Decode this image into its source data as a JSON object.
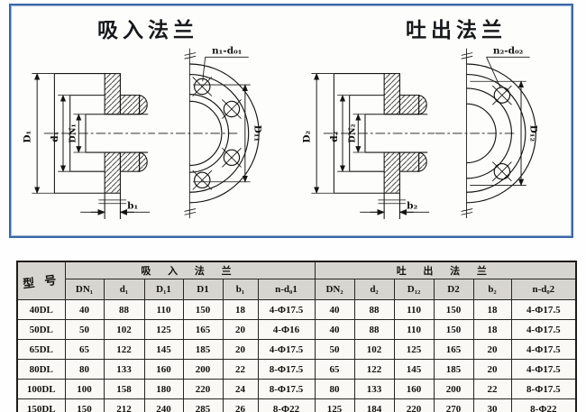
{
  "diagram_panel": {
    "suction": {
      "title": "吸入法兰",
      "dim_outer": "D₁",
      "dim_mid": "d₁",
      "dim_bore": "DN₁",
      "dim_thickness": "b₁",
      "bolt_note": "n₁-d₀₁",
      "bolt_circle_dim": "D₁₁"
    },
    "discharge": {
      "title": "吐出法兰",
      "dim_outer": "D₂",
      "dim_mid": "d₂",
      "dim_bore": "DN₂",
      "dim_thickness": "b₂",
      "bolt_note": "n₂-d₀₂",
      "bolt_circle_dim": "D₁₂"
    }
  },
  "table": {
    "model_header": "型 号",
    "groups": {
      "suction": "吸 入 法 兰",
      "discharge": "吐 出 法 兰"
    },
    "columns": [
      "DN₁",
      "d₁",
      "D₁1",
      "D1",
      "b₁",
      "n-d₀1",
      "DN₂",
      "d₂",
      "D₁₂",
      "D2",
      "b₂",
      "n-d₀2"
    ],
    "rows": [
      {
        "model": "40DL",
        "values": [
          "40",
          "88",
          "110",
          "150",
          "18",
          "4-Φ17.5",
          "40",
          "88",
          "110",
          "150",
          "18",
          "4-Φ17.5"
        ]
      },
      {
        "model": "50DL",
        "values": [
          "50",
          "102",
          "125",
          "165",
          "20",
          "4-Φ16",
          "40",
          "88",
          "110",
          "150",
          "18",
          "4-Φ17.5"
        ]
      },
      {
        "model": "65DL",
        "values": [
          "65",
          "122",
          "145",
          "185",
          "20",
          "4-Φ17.5",
          "50",
          "102",
          "125",
          "165",
          "20",
          "4-Φ17.5"
        ]
      },
      {
        "model": "80DL",
        "values": [
          "80",
          "133",
          "160",
          "200",
          "22",
          "8-Φ17.5",
          "65",
          "122",
          "145",
          "185",
          "20",
          "4-Φ17.5"
        ]
      },
      {
        "model": "100DL",
        "values": [
          "100",
          "158",
          "180",
          "220",
          "24",
          "8-Φ17.5",
          "80",
          "133",
          "160",
          "200",
          "22",
          "8-Φ17.5"
        ]
      },
      {
        "model": "150DL",
        "values": [
          "150",
          "212",
          "240",
          "285",
          "26",
          "8-Φ22",
          "125",
          "184",
          "220",
          "270",
          "30",
          "8-Φ22"
        ]
      }
    ]
  },
  "colors": {
    "panel_border": "#3a68a8",
    "line": "#141414",
    "header_bg": "#d7d5d0",
    "cell_bg": "#faf9f5"
  }
}
